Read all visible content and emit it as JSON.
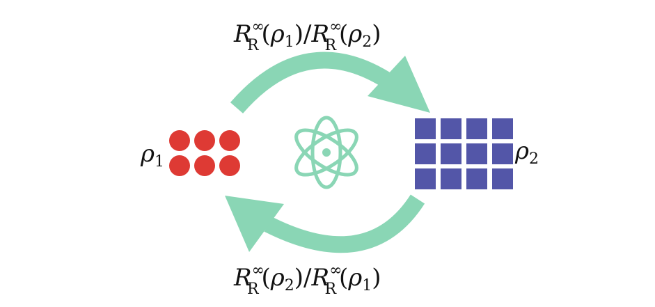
{
  "colors": {
    "arrow": "#8ad6b5",
    "atom": "#8ad6b5",
    "state1": "#de3a34",
    "state2": "#5356a8",
    "text": "#111111"
  },
  "state1": {
    "symbol": "ρ",
    "index": "1",
    "dot_rows": 2,
    "dot_cols": 3
  },
  "state2": {
    "symbol": "ρ",
    "index": "2",
    "square_rows": 3,
    "square_cols": 4
  },
  "center_icon": "atom-icon",
  "top_label": {
    "R": "R",
    "sup": "∞",
    "sub": "R",
    "open": "(",
    "rho": "ρ",
    "idx_a": "1",
    "close": ")",
    "slash": "/",
    "idx_b": "2"
  },
  "bottom_label": {
    "R": "R",
    "sup": "∞",
    "sub": "R",
    "open": "(",
    "rho": "ρ",
    "idx_a": "2",
    "close": ")",
    "slash": "/",
    "idx_b": "1"
  }
}
